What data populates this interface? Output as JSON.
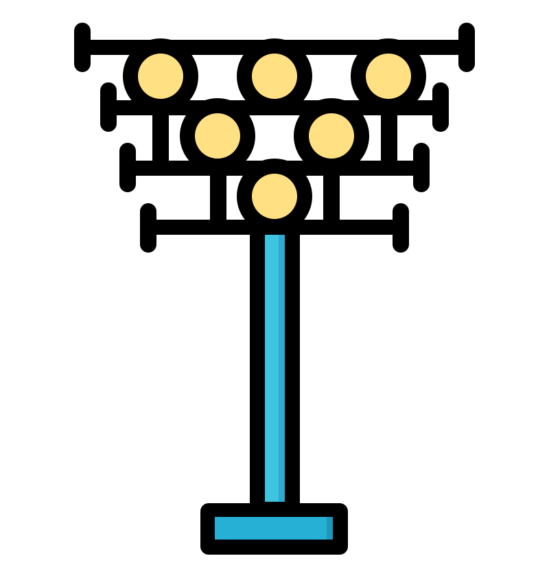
{
  "icon": {
    "name": "stadium-floodlight-icon",
    "lamp_count": 6,
    "lamp_rows": [
      3,
      2,
      1
    ]
  },
  "colors": {
    "background": "#ffffff",
    "outline": "#000000",
    "lamp_fill": "#FFE082",
    "lamp_shade": "#F2C55C",
    "pole_fill": "#3CC4E0",
    "pole_shade": "#2EA9CF",
    "base_fill": "#26B0D6"
  }
}
